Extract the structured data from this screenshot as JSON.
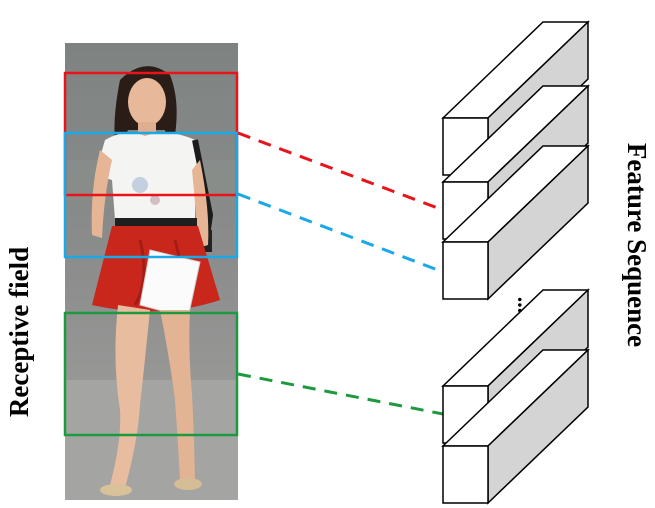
{
  "labels": {
    "left": "Receptive field",
    "right": "Feature Sequence",
    "ellipsis": "..."
  },
  "photo": {
    "subject": "pedestrian-photo",
    "description_colors": {
      "background": "#8f9090",
      "shirt": "#f4f4f2",
      "skirt": "#c9261c",
      "skin": "#e9bca0",
      "hair": "#2a1d18",
      "pavement": "#9a9a98"
    }
  },
  "receptive_fields": [
    {
      "id": "red",
      "color": "#e8141a"
    },
    {
      "id": "blue",
      "color": "#1aa8e6"
    },
    {
      "id": "green",
      "color": "#1d9a3f"
    }
  ],
  "feature_blocks": [
    {
      "id": "block-1"
    },
    {
      "id": "block-2",
      "link": "red"
    },
    {
      "id": "block-3",
      "link": "blue"
    },
    {
      "id": "block-4",
      "link": "green"
    },
    {
      "id": "block-5"
    }
  ],
  "colors": {
    "block_front": "#ffffff",
    "block_side": "#d4d4d4",
    "block_top": "#ffffff",
    "stroke": "#000000"
  }
}
